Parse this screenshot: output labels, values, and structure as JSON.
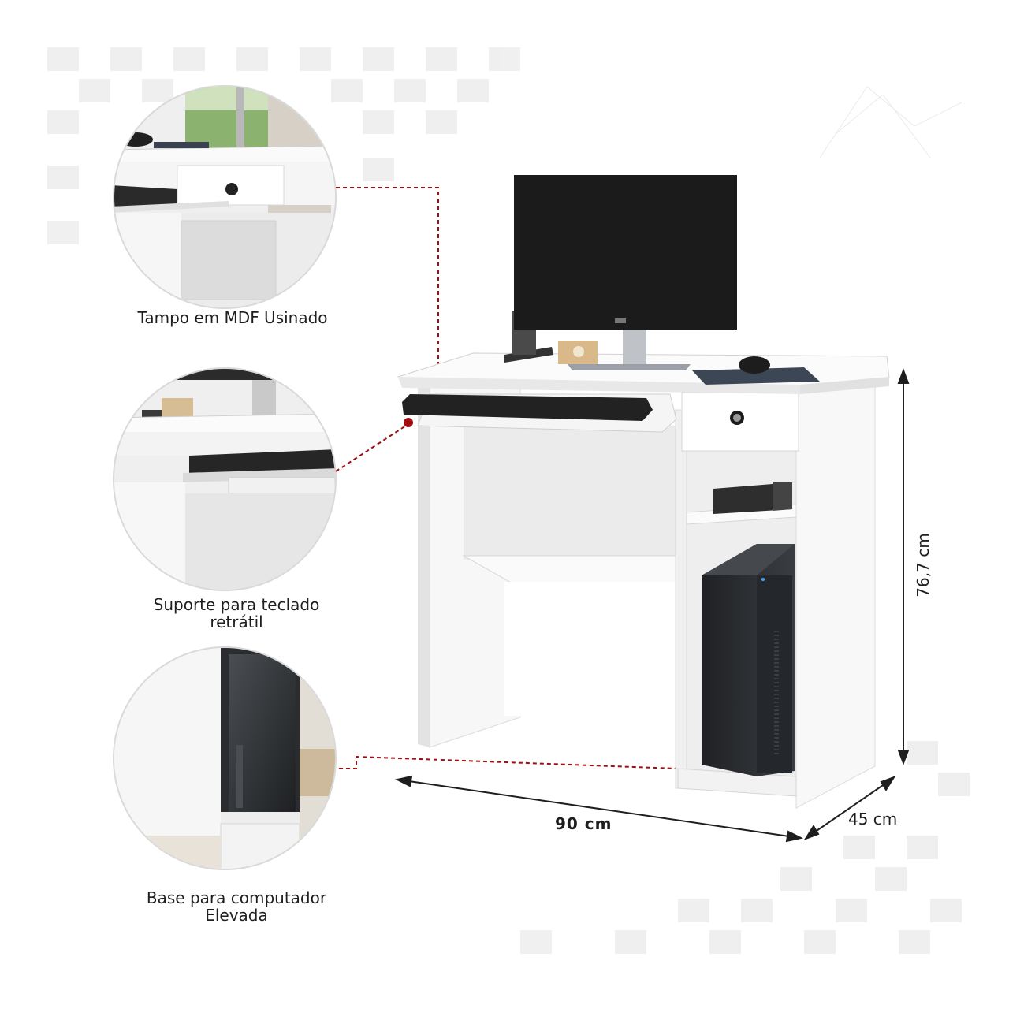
{
  "callouts": [
    {
      "title": "Tampo em MDF Usinado",
      "subtitle": ""
    },
    {
      "title": "Suporte para teclado",
      "subtitle": "retrátil"
    },
    {
      "title": "Base para computador",
      "subtitle": "Elevada"
    }
  ],
  "dimensions": {
    "width": "90 cm",
    "depth": "45 cm",
    "height": "76,7 cm"
  },
  "colors": {
    "desk": "#f4f4f4",
    "leader_line": "#a00e12",
    "monitor": "#1b1b1b",
    "pc_case": "#2a2d31"
  },
  "icons": [
    "monitor-icon",
    "keyboard-icon",
    "mouse-icon",
    "pc-tower-icon",
    "book-icon"
  ]
}
